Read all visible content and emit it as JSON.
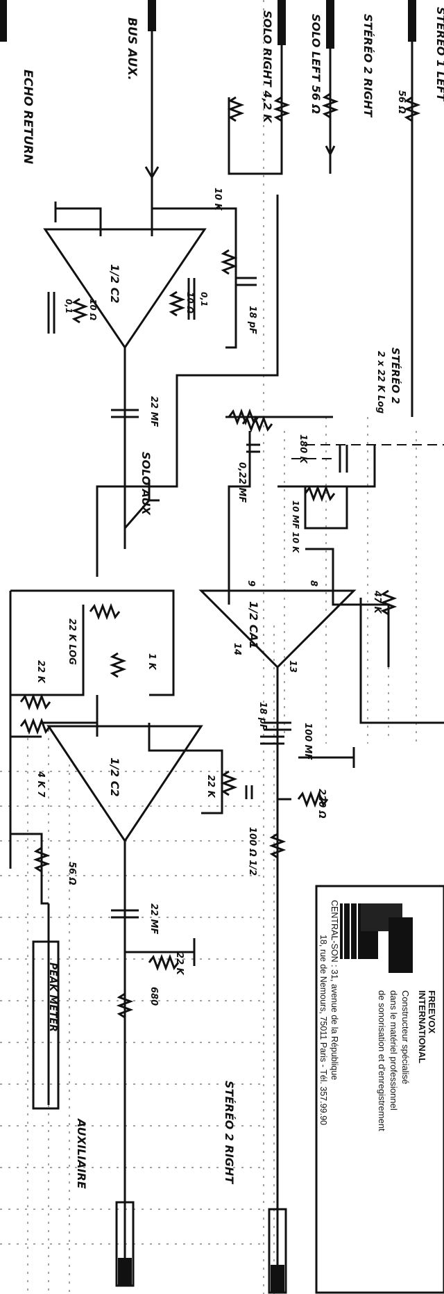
{
  "colors": {
    "ink": "#111111",
    "paper": "#ffffff",
    "grid": "#444444"
  },
  "labels": {
    "stereo1_left": "STÉRÉO 1 LEFT",
    "stereo2_right_top": "STÉRÉO 2 RIGHT",
    "solo_left": "SOLO LEFT 56 Ω",
    "solo_right": "SOLO RIGHT 4,2 K",
    "bus_aux": "BUS AUX.",
    "echo_return": "ECHO RETURN",
    "stereo2_pot": "STÉRÉO 2",
    "stereo2_pot_value": "2 x 22 K Log",
    "solo_aux": "SOLO AUX",
    "stereo2_right_bottom": "STÉRÉO 2 RIGHT",
    "auxiliaire": "AUXILIAIRE",
    "peak_meter": "PEAK METER"
  },
  "ic_labels": {
    "c2_top": "1/2 C2",
    "ca1": "1/2 CA1",
    "c2_bottom": "1/2 C2"
  },
  "component_values": {
    "r_56_top": "56 Ω",
    "r_10k_top": "10 K",
    "c_18pf_top": "18 pF",
    "r_10_top_a": "10 Ω",
    "r_10_top_b": "10 Ω",
    "c_01_a": "0,1",
    "c_01_b": "0,1",
    "c_22mf_top": "22 MF",
    "r_180k": "180 K",
    "c_022mf": "0,22 MF",
    "r_10mf_10k": "10 MF 10 K",
    "r_47k": "47 K",
    "pin_9": "9",
    "pin_8": "8",
    "pin_14": "14",
    "pin_13": "13",
    "pot_22k_log": "22 K LOG",
    "r_1k": "1 K",
    "r_22k_left": "22 K",
    "r_4k7": "4 K 7",
    "c_18pf_mid": "18 pF",
    "c_100mf": "100 MF",
    "r_22k_fb": "22 K",
    "r_220": "220 Ω",
    "r_100_half": "100 Ω 1/2",
    "r_56_bottom": "56 Ω",
    "c_22mf_bottom": "22 MF",
    "r_22k_bottom": "22 K",
    "r_680": "680"
  },
  "stamp": {
    "brand_line1": "FREEVOX",
    "brand_line2": "INTERNATIONAL",
    "tag1": "Constructeur spécialisé",
    "tag2": "dans le matériel professionnel",
    "tag3": "de sonorisation et d'enregistrement",
    "address1": "CENTRAL-SON : 31, avenue de la République",
    "address2": "18, rue de Nemours, 75011 Paris - Tél. 357.99.90"
  }
}
